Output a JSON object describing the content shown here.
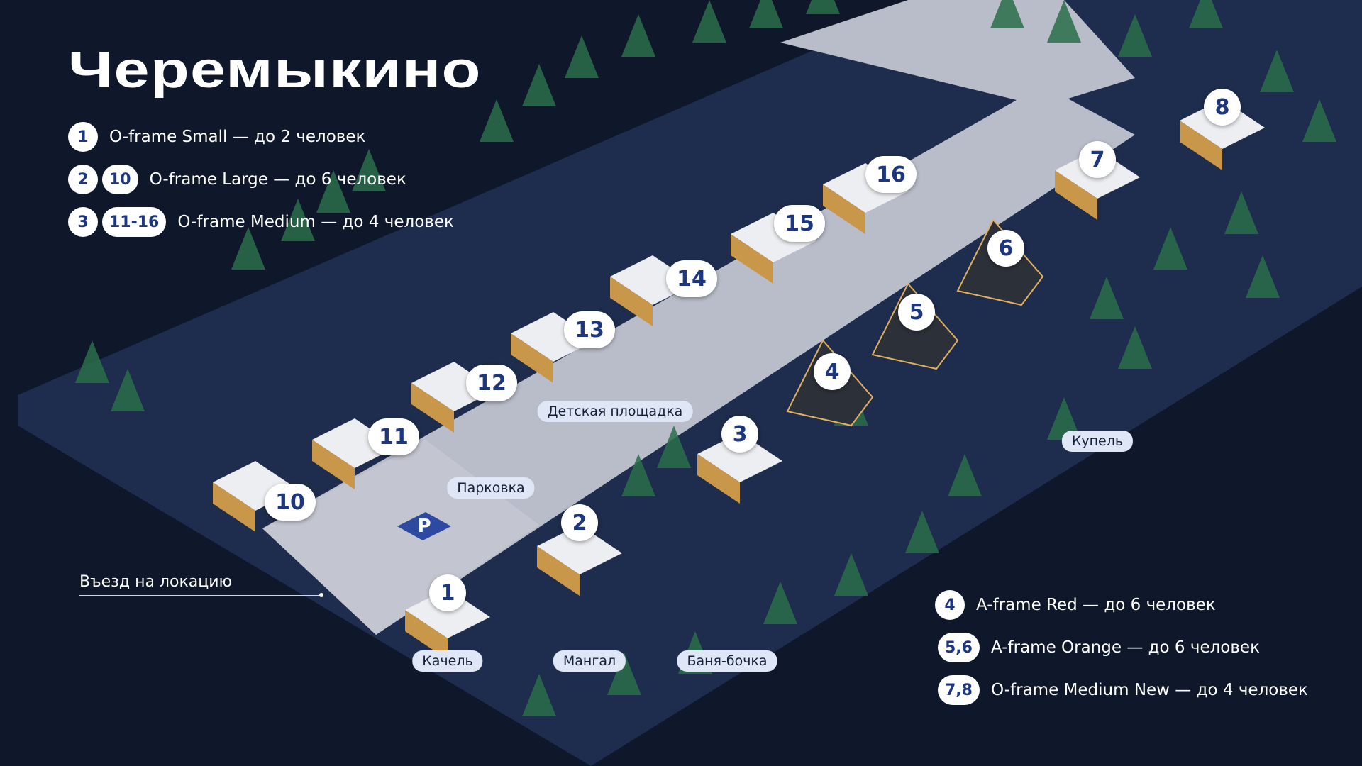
{
  "title": "Черемыкино",
  "legend_left": [
    {
      "badges": [
        "1"
      ],
      "text": "O-frame Small — до 2 человек"
    },
    {
      "badges": [
        "2",
        "10"
      ],
      "text": "O-frame Large — до 6 человек"
    },
    {
      "badges": [
        "3",
        "11-16"
      ],
      "text": "O-frame Medium — до 4 человек"
    }
  ],
  "legend_right": [
    {
      "badges": [
        "4"
      ],
      "text": "A-frame Red — до 6 человек"
    },
    {
      "badges": [
        "5,6"
      ],
      "text": "A-frame Orange — до 6 человек"
    },
    {
      "badges": [
        "7,8"
      ],
      "text": "O-frame Medium New — до 4 человек"
    }
  ],
  "markers": [
    "1",
    "2",
    "3",
    "4",
    "5",
    "6",
    "7",
    "8",
    "10",
    "11",
    "12",
    "13",
    "14",
    "15",
    "16"
  ],
  "labels": {
    "playground": "Детская площадка",
    "parking": "Парковка",
    "kupel": "Купель",
    "swing": "Качель",
    "grill": "Мангал",
    "banya": "Баня-бочка",
    "entry": "Въезд на локацию"
  },
  "colors": {
    "background": "#0f172b",
    "ground": "#1e2c4d",
    "road": "#b9bdc9",
    "tree": "#2a6e4a",
    "marker_text": "#1d3680"
  }
}
